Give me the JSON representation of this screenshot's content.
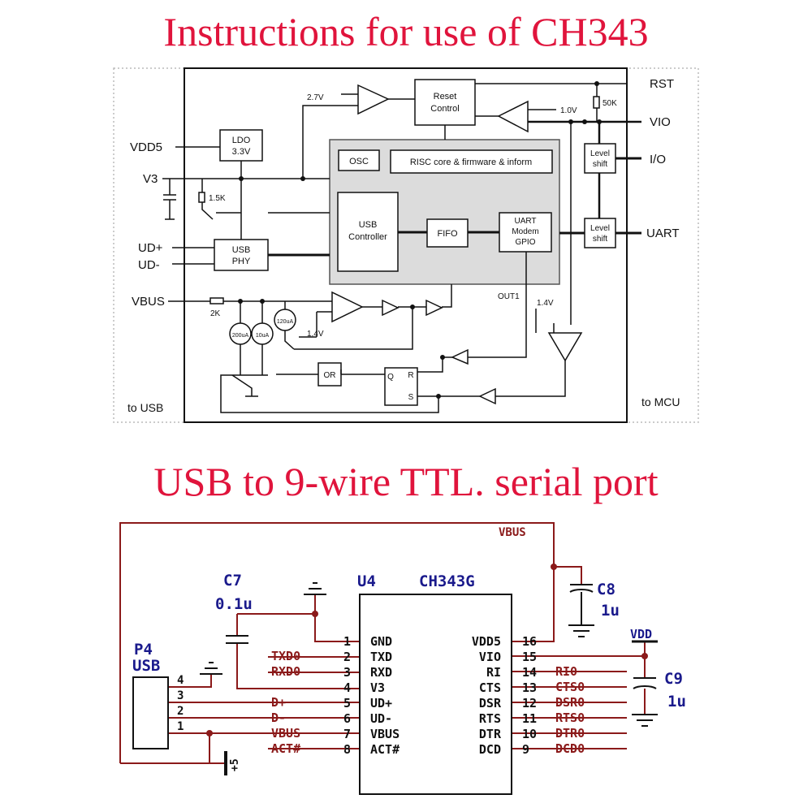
{
  "titles": {
    "top": "Instructions for use of CH343",
    "bottom": "USB to 9-wire TTL. serial port"
  },
  "block_diagram": {
    "left_pins": {
      "vdd5": "VDD5",
      "v3": "V3",
      "udp": "UD+",
      "udm": "UD-",
      "vbus": "VBUS"
    },
    "right_pins": {
      "rst": "RST",
      "vio": "VIO",
      "io": "I/O",
      "uart": "UART"
    },
    "blocks": {
      "ldo_1": "LDO",
      "ldo_2": "3.3V",
      "reset_1": "Reset",
      "reset_2": "Control",
      "osc": "OSC",
      "risc": "RISC core & firmware & inform",
      "usbc_1": "USB",
      "usbc_2": "Controller",
      "fifo": "FIFO",
      "uart_1": "UART",
      "uart_2": "Modem",
      "uart_3": "GPIO",
      "phy_1": "USB",
      "phy_2": "PHY",
      "ls1_1": "Level",
      "ls1_2": "shift",
      "ls2_1": "Level",
      "ls2_2": "shift",
      "or": "OR",
      "q": "Q",
      "r": "R",
      "s": "S"
    },
    "labels": {
      "v27": "2.7V",
      "v10": "1.0V",
      "r50k": "50K",
      "r15k": "1.5K",
      "r2k": "2K",
      "i200": "200uA",
      "i10": "10uA",
      "i120": "120uA",
      "v14a": "1.4V",
      "v14b": "1.4V",
      "out1": "OUT1",
      "to_usb": "to USB",
      "to_mcu": "to MCU"
    }
  },
  "schematic": {
    "p4": "P4",
    "usb": "USB",
    "c7": "C7",
    "c7v": "0.1u",
    "u4": "U4",
    "chip": "CH343G",
    "c8": "C8",
    "c8v": "1u",
    "c9": "C9",
    "c9v": "1u",
    "vbus_net": "VBUS",
    "vdd_net": "VDD",
    "plus5": "+5",
    "conn_pins": [
      "4",
      "3",
      "2",
      "1"
    ],
    "left_pins": [
      {
        "num": "1",
        "name": "GND",
        "net": ""
      },
      {
        "num": "2",
        "name": "TXD",
        "net": "TXD0"
      },
      {
        "num": "3",
        "name": "RXD",
        "net": "RXD0"
      },
      {
        "num": "4",
        "name": "V3",
        "net": ""
      },
      {
        "num": "5",
        "name": "UD+",
        "net": "D+"
      },
      {
        "num": "6",
        "name": "UD-",
        "net": "D-"
      },
      {
        "num": "7",
        "name": "VBUS",
        "net": "VBUS"
      },
      {
        "num": "8",
        "name": "ACT#",
        "net": "ACT#"
      }
    ],
    "right_pins": [
      {
        "num": "16",
        "name": "VDD5",
        "net": ""
      },
      {
        "num": "15",
        "name": "VIO",
        "net": ""
      },
      {
        "num": "14",
        "name": "RI",
        "net": "RI0"
      },
      {
        "num": "13",
        "name": "CTS",
        "net": "CTS0"
      },
      {
        "num": "12",
        "name": "DSR",
        "net": "DSR0"
      },
      {
        "num": "11",
        "name": "RTS",
        "net": "RTS0"
      },
      {
        "num": "10",
        "name": "DTR",
        "net": "DTR0"
      },
      {
        "num": "9",
        "name": "DCD",
        "net": "DCD0"
      }
    ]
  },
  "colors": {
    "title": "#e0143c",
    "wire": "#8b1a1a",
    "label": "#1a1a8c",
    "text": "#111111"
  }
}
